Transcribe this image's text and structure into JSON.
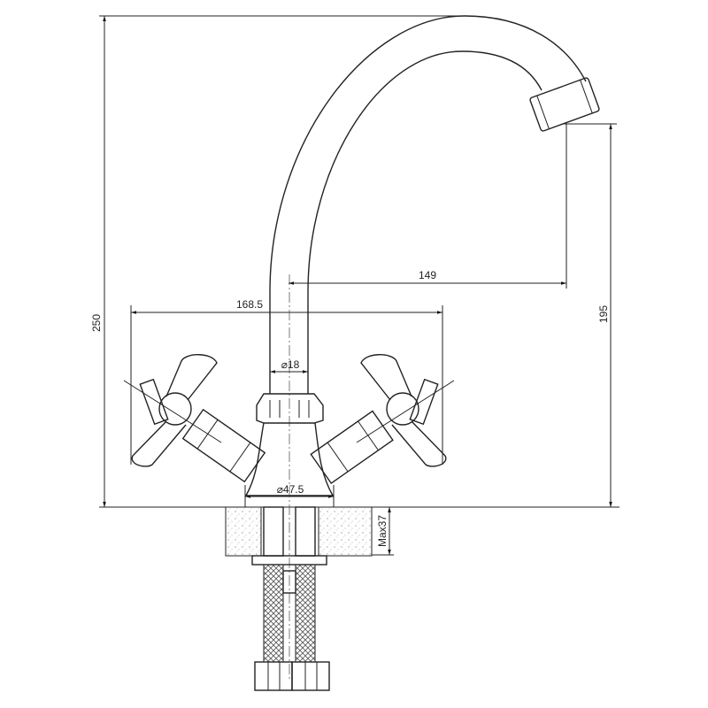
{
  "dimensions": {
    "total_height": "250",
    "spout_height": "195",
    "spout_reach": "149",
    "handle_span": "168.5",
    "spout_diameter": "⌀18",
    "base_diameter": "⌀47.5",
    "max_counter_thickness": "Max37"
  }
}
